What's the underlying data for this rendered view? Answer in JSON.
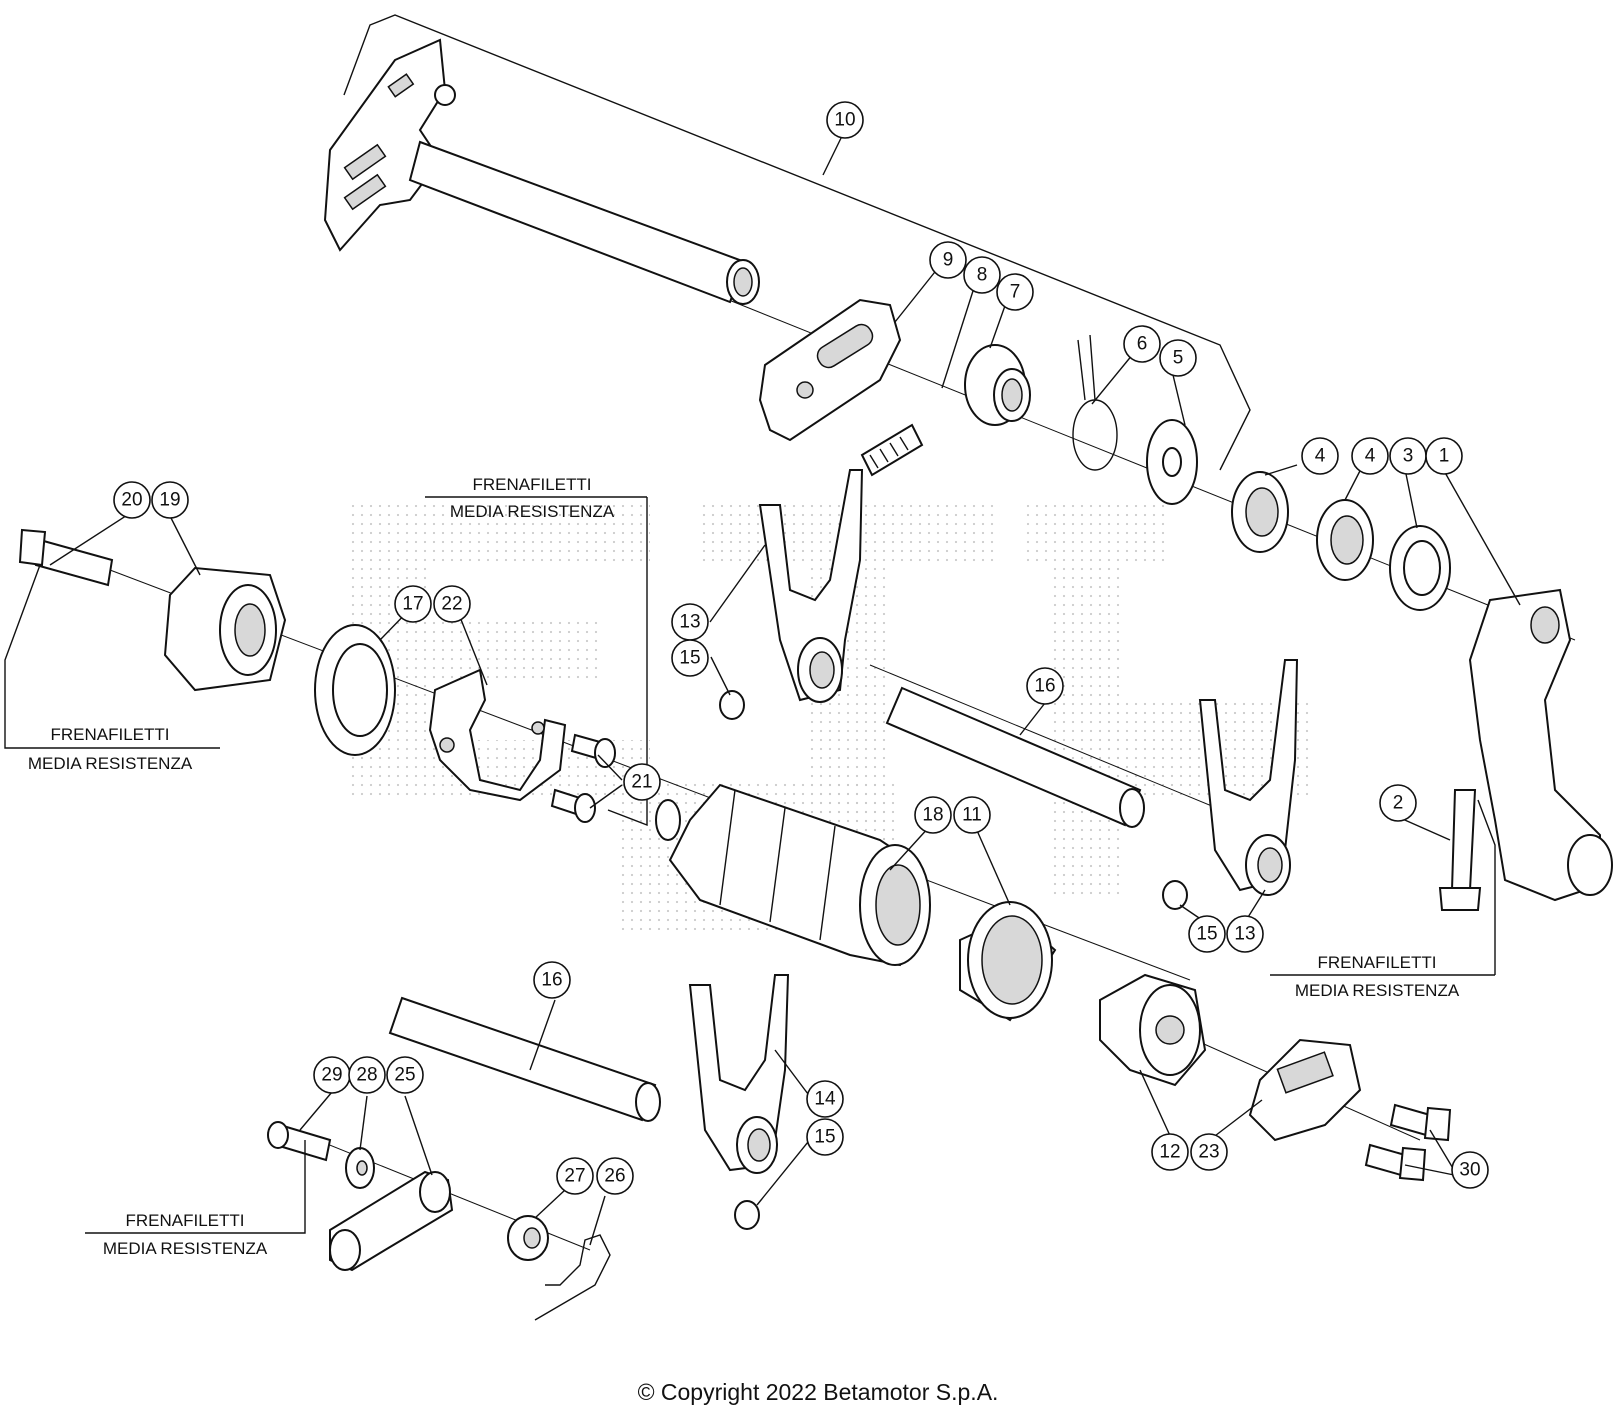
{
  "callouts": [
    {
      "id": "c10",
      "text": "10"
    },
    {
      "id": "c9",
      "text": "9"
    },
    {
      "id": "c8",
      "text": "8"
    },
    {
      "id": "c7",
      "text": "7"
    },
    {
      "id": "c6",
      "text": "6"
    },
    {
      "id": "c5",
      "text": "5"
    },
    {
      "id": "c4a",
      "text": "4"
    },
    {
      "id": "c4b",
      "text": "4"
    },
    {
      "id": "c3",
      "text": "3"
    },
    {
      "id": "c1",
      "text": "1"
    },
    {
      "id": "c20",
      "text": "20"
    },
    {
      "id": "c19",
      "text": "19"
    },
    {
      "id": "c17",
      "text": "17"
    },
    {
      "id": "c22",
      "text": "22"
    },
    {
      "id": "c13a",
      "text": "13"
    },
    {
      "id": "c15a",
      "text": "15"
    },
    {
      "id": "c16a",
      "text": "16"
    },
    {
      "id": "c21",
      "text": "21"
    },
    {
      "id": "c18",
      "text": "18"
    },
    {
      "id": "c11",
      "text": "11"
    },
    {
      "id": "c2",
      "text": "2"
    },
    {
      "id": "c15b",
      "text": "15"
    },
    {
      "id": "c13b",
      "text": "13"
    },
    {
      "id": "c16b",
      "text": "16"
    },
    {
      "id": "c29",
      "text": "29"
    },
    {
      "id": "c28",
      "text": "28"
    },
    {
      "id": "c25",
      "text": "25"
    },
    {
      "id": "c14",
      "text": "14"
    },
    {
      "id": "c15c",
      "text": "15"
    },
    {
      "id": "c27",
      "text": "27"
    },
    {
      "id": "c26",
      "text": "26"
    },
    {
      "id": "c12",
      "text": "12"
    },
    {
      "id": "c23",
      "text": "23"
    },
    {
      "id": "c30",
      "text": "30"
    }
  ],
  "notes": {
    "line1": "FRENAFILETTI",
    "line2": "MEDIA RESISTENZA"
  },
  "copyright": "© Copyright 2022 Betamotor S.p.A.",
  "colors": {
    "ink": "#111111",
    "background": "#ffffff",
    "shading": "#d8d8d8"
  }
}
